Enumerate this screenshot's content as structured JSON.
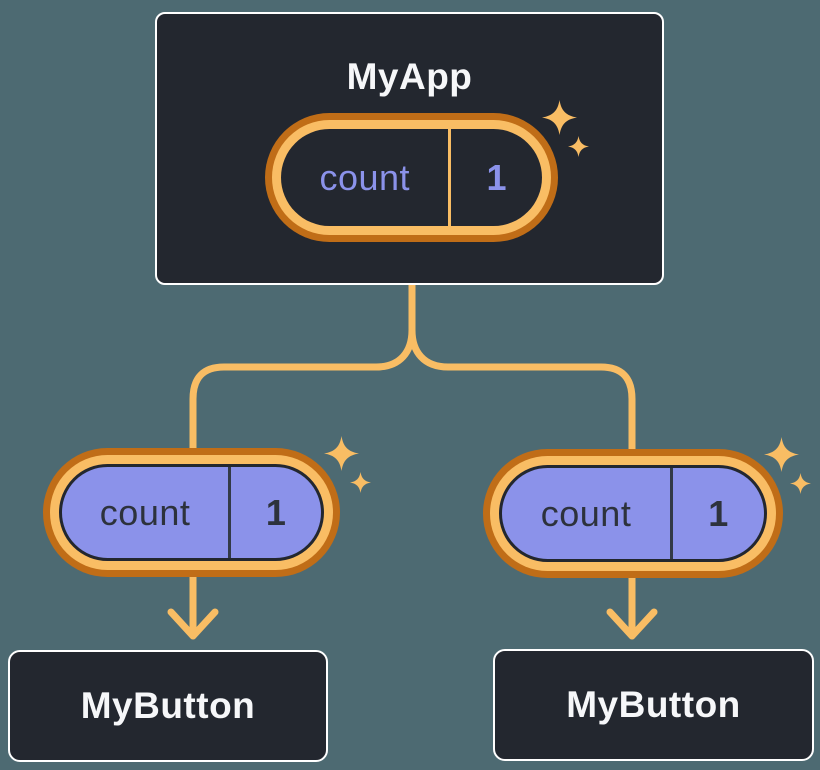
{
  "colors": {
    "background": "#4d6a72",
    "node-bg": "#23272f",
    "node-border": "#ffffff",
    "text-light": "#f6f7f9",
    "orange-light": "#f9bd64",
    "orange-dark": "#c06d17",
    "purple": "#8b92ea",
    "text-dark": "#2d323c",
    "divider-dark": "#333a47"
  },
  "icons": {
    "sparkle": "four-point-star"
  },
  "diagram": {
    "root": {
      "label": "MyApp",
      "state": {
        "name": "count",
        "value": "1"
      }
    },
    "children": [
      {
        "label": "MyButton",
        "prop": {
          "name": "count",
          "value": "1"
        }
      },
      {
        "label": "MyButton",
        "prop": {
          "name": "count",
          "value": "1"
        }
      }
    ]
  }
}
